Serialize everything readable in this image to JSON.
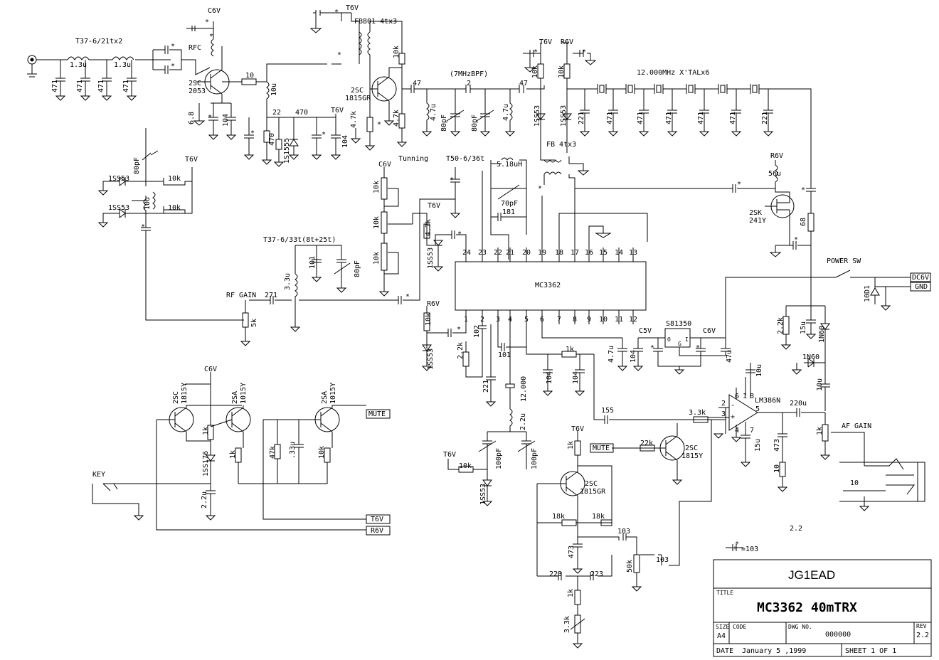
{
  "labels": {
    "t37_input": "T37-6/21tx2",
    "ind_1_3u_a": "1.3u",
    "ind_1_3u_b": "1.3u",
    "cap_471_1": "471",
    "cap_471_2": "471",
    "cap_471_3": "471",
    "cap_471_4": "471",
    "c6v_top": "C6V",
    "rfc": "RFC",
    "q1": "2SC",
    "q1b": "2053",
    "r10": "10",
    "ind_10u": "10u",
    "r6_8": "6.8",
    "c104_a": "104",
    "r22": "22",
    "r470_a": "470",
    "r470_b": "470",
    "d1s1555": "1S1555",
    "c104_b": "104",
    "t6v_top": "T6V",
    "fb801": "FB801 4tx3",
    "r10k_a": "10k",
    "q2": "2SC",
    "q2b": "1815GR",
    "r4_7k_a": "4.7k",
    "r4_7k_b": "4.7k",
    "c47_a": "47",
    "bpf": "(7MHzBPF)",
    "c2": "2",
    "c47_b": "47",
    "ind_4_7u_a": "4.7u",
    "c80pf_a": "80pF",
    "c80pf_b": "80pF",
    "ind_4_7u_b": "4.7u",
    "t6v_mid": "T6V",
    "r6v_mid": "R6V",
    "r10k_b": "10k",
    "r10k_c": "10k",
    "d1ss53_a": "1SS53",
    "d1ss53_b": "1SS53",
    "xtal": "12.000MHz X'TALx6",
    "c221_a": "221",
    "c471_x1": "471",
    "c471_x2": "471",
    "c471_x3": "471",
    "c471_x4": "471",
    "c471_x5": "471",
    "c221_b": "221",
    "fb4tx3": "FB 4tx3",
    "c80pf_c": "80pF",
    "t6v_left": "T6V",
    "d1ss53_c": "1SS53",
    "d1ss53_d": "1SS53",
    "r10k_d": "10k",
    "r10k_e": "10k",
    "ind_10u_b": "10u",
    "tunning": "Tunning",
    "c6v_tune": "C6V",
    "r10k_f": "10k",
    "r10k_g": "10k",
    "r10k_h": "10k",
    "t50": "T50-6/36t",
    "ind_5_18": "5.18uH",
    "c70pf": "70pF",
    "c181": "181",
    "t6v_ic": "T6V",
    "r4_7k_c": "4.7k",
    "d1ss53_e": "1SS53",
    "t37_rf": "T37-6/33t(8t+25t)",
    "c101_a": "101",
    "c80pf_d": "80pF",
    "ind_3_3u": "3.3u",
    "rf_gain": "RF GAIN",
    "c271": "271",
    "r5k": "5k",
    "ic": "MC3362",
    "r6v_ic": "R6V",
    "r10k_i": "10k",
    "c102": "102",
    "d1ss53_f": "1SS53",
    "r2_2k_a": "2.2k",
    "c101_b": "101",
    "c221_c": "221",
    "xtal12": "12.000",
    "ind_2_2u": "2.2u",
    "c100pf_a": "100pF",
    "c100pf_b": "100pF",
    "t6v_vfo": "T6V",
    "r10k_j": "10k",
    "d1ss53_g": "1SS53",
    "r1k_a": "1k",
    "c104_c": "104",
    "c104_d": "104",
    "c155": "155",
    "c5v": "C5V",
    "s81350": "S81350",
    "c6v_reg": "C6V",
    "c4_7u": "4.7u",
    "c104_e": "104",
    "c47u": "47u",
    "r6v_fet": "R6V",
    "ind_56u": "56u",
    "fet": "2SK",
    "fet_b": "241Y",
    "r68": "68",
    "power_sw": "POWER SW",
    "dc6v": "DC6V",
    "gnd": "GND",
    "d10d1": "10D1",
    "r2_2k_b": "2.2k",
    "c15u_a": "15u",
    "d1n60_a": "1N60",
    "d1n60_b": "1N60",
    "c10u_a": "10u",
    "lm386": "LM386N",
    "c10u_b": "10u",
    "c220u": "220u",
    "r3_3k_a": "3.3k",
    "c15u_b": "15u",
    "r10_b": "10",
    "c473_a": "473",
    "r1k_b": "1k",
    "af_gain": "AF GAIN",
    "r10_c": "10",
    "t6v_beep": "T6V",
    "r1k_c": "1k",
    "mute_a": "MUTE",
    "r22k": "22k",
    "q3": "2SC",
    "q3b": "1815Y",
    "q4": "2SC",
    "q4b": "1815GR",
    "r18k_a": "18k",
    "r18k_b": "18k",
    "c103_a": "103",
    "c473_b": "473",
    "r50k": "50k",
    "c103_b": "103",
    "c223_a": "223",
    "c223_b": "223",
    "r1k_d": "1k",
    "r3_3k_b": "3.3k",
    "c6v_key": "C6V",
    "q5": "2SC",
    "q5b": "1815Y",
    "q6": "2SA",
    "q6b": "1015Y",
    "q7": "2SA",
    "q7b": "1015Y",
    "mute_b": "MUTE",
    "r1k_e": "1k",
    "r1k_f": "1k",
    "r47k": "47k",
    "c33u": ".33u",
    "r10k_k": "10k",
    "d1ss176": "1SS176",
    "key": "KEY",
    "c2_2u": "2.2u",
    "t6v_out": "T6V",
    "r6v_out": "R6V",
    "rev_mark": "2.2",
    "legend_star": "* =103",
    "star": "*"
  },
  "pins_top": [
    "24",
    "23",
    "22",
    "21",
    "20",
    "19",
    "18",
    "17",
    "16",
    "15",
    "14",
    "13"
  ],
  "pins_bottom": [
    "1",
    "2",
    "3",
    "4",
    "5",
    "6",
    "7",
    "8",
    "9",
    "10",
    "11",
    "12"
  ],
  "lm386_pins": {
    "p6": "6",
    "p1": "1",
    "p8": "8",
    "p2": "2",
    "p3": "3",
    "p4": "4",
    "p7": "7",
    "p5": "5",
    "minus": "-",
    "plus": "+"
  },
  "reg_pins": {
    "o": "O",
    "g": "G",
    "i": "I"
  },
  "title_block": {
    "company": "JG1EAD",
    "title_label": "TITLE",
    "title": "MC3362 40mTRX",
    "size_label": "SIZE",
    "size": "A4",
    "code_label": "CODE",
    "dwg_label": "DWG NO.",
    "dwg": "000000",
    "rev_label": "REV",
    "rev": "2.2",
    "date_label": "DATE",
    "date": "January 5 ,1999",
    "sheet": "SHEET 1 OF 1"
  }
}
